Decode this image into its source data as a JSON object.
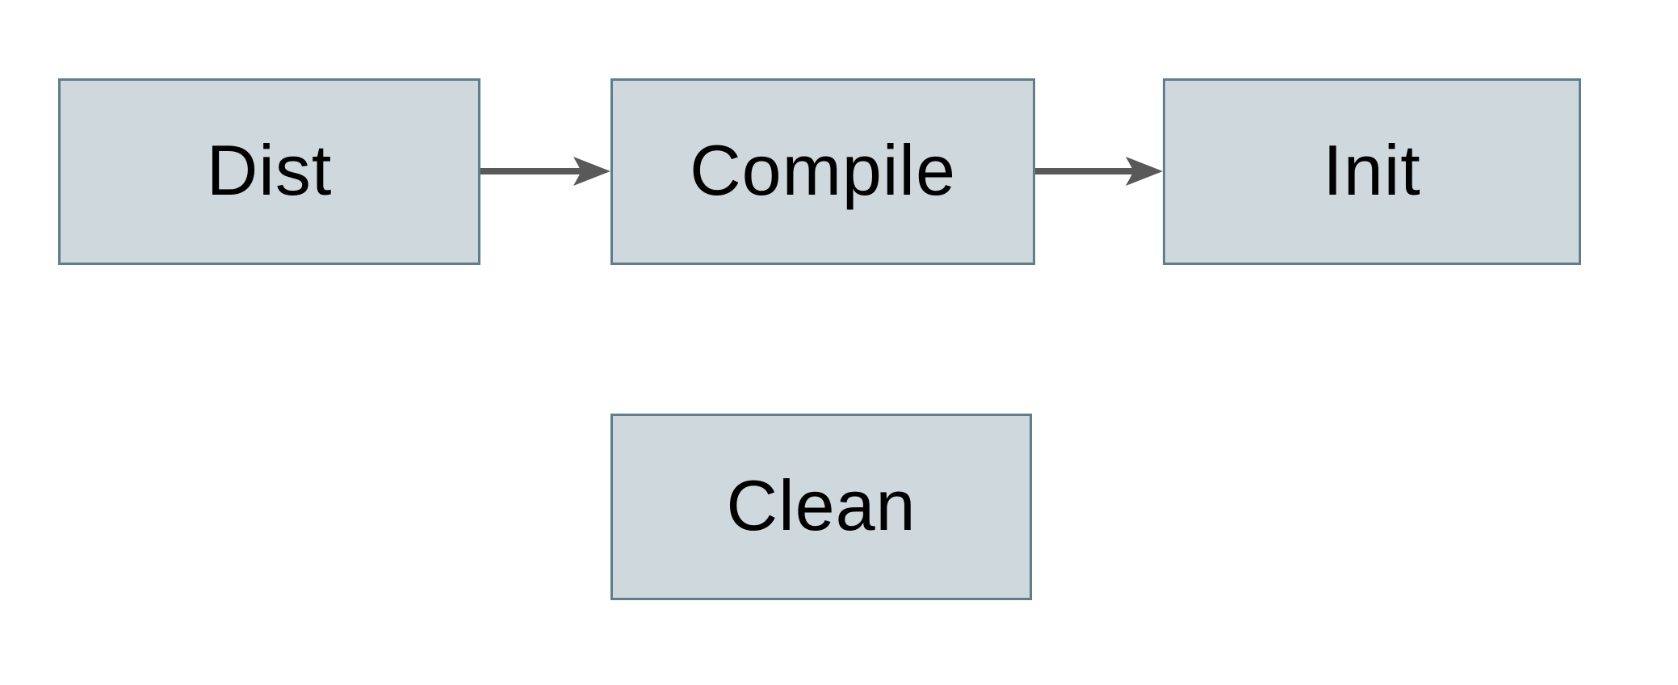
{
  "diagram": {
    "background_color": "#ffffff",
    "node_fill_color": "#cfd8dc",
    "node_border_color": "#607d8b",
    "arrow_color": "#595959",
    "label_color": "#000000",
    "nodes": [
      {
        "id": "dist",
        "label": "Dist"
      },
      {
        "id": "compile",
        "label": "Compile"
      },
      {
        "id": "init",
        "label": "Init"
      },
      {
        "id": "clean",
        "label": "Clean"
      }
    ],
    "edges": [
      {
        "from": "dist",
        "to": "compile"
      },
      {
        "from": "compile",
        "to": "init"
      }
    ]
  }
}
